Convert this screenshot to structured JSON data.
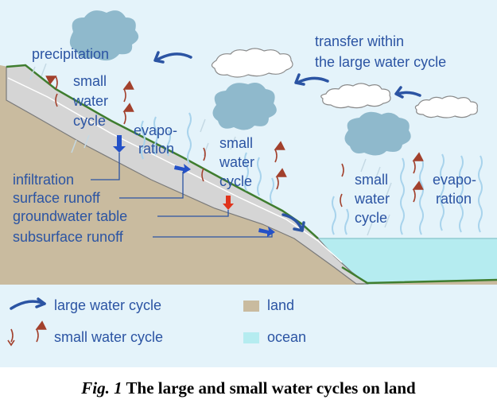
{
  "labels": {
    "precipitation": "precipitation",
    "small_cycle_left": [
      "small",
      "water",
      "cycle"
    ],
    "evaporation_left": [
      "evapo-",
      "ration"
    ],
    "small_cycle_mid": [
      "small",
      "water",
      "cycle"
    ],
    "transfer": [
      "transfer within",
      "the large water cycle"
    ],
    "small_cycle_right": [
      "small",
      "water",
      "cycle"
    ],
    "evaporation_right": [
      "evapo-",
      "ration"
    ],
    "infiltration": "infiltration",
    "surface_runoff": "surface runoff",
    "groundwater_table": "groundwater table",
    "subsurface_runoff": "subsurface runoff"
  },
  "legend": {
    "large_cycle": "large water cycle",
    "small_cycle": "small water cycle",
    "land": "land",
    "ocean": "ocean"
  },
  "caption": {
    "fig": "Fig. 1",
    "text": " The large and small water cycles on land"
  },
  "colors": {
    "sky": "#e4f3fa",
    "land": "#c9bb9f",
    "ocean": "#b5ecf0",
    "arrow_blue": "#2b54a3",
    "arrow_small": "#a2402c",
    "infiltration_arrow": "#2451c7",
    "groundwater_arrow": "#e0341c",
    "label_blue": "#2b54a3"
  }
}
